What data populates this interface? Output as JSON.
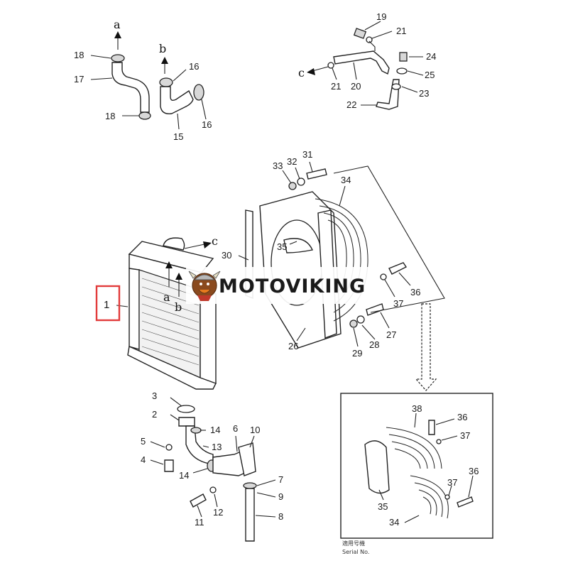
{
  "watermark": {
    "brand": "MOTOVIKING"
  },
  "highlight": {
    "label": "1",
    "color": "#e23b3b"
  },
  "letters": {
    "a": "a",
    "b": "b",
    "c": "c"
  },
  "callouts": {
    "n2": "2",
    "n3": "3",
    "n4": "4",
    "n5": "5",
    "n6": "6",
    "n7": "7",
    "n8": "8",
    "n9": "9",
    "n10": "10",
    "n11": "11",
    "n12": "12",
    "n13": "13",
    "n14": "14",
    "n15": "15",
    "n16": "16",
    "n17": "17",
    "n18": "18",
    "n19": "19",
    "n20": "20",
    "n21": "21",
    "n22": "22",
    "n23": "23",
    "n24": "24",
    "n25": "25",
    "n26": "26",
    "n27": "27",
    "n28": "28",
    "n29": "29",
    "n30": "30",
    "n31": "31",
    "n32": "32",
    "n33": "33",
    "n34": "34",
    "n35": "35",
    "n36": "36",
    "n37": "37",
    "n38": "38"
  },
  "detail_box": {
    "serial_line_1": "適用号機",
    "serial_line_2": "Serial No."
  }
}
